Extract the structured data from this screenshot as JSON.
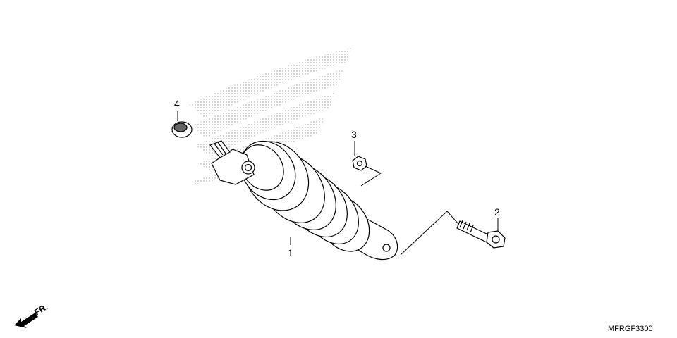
{
  "diagram": {
    "callouts": [
      {
        "id": "1",
        "label": "1"
      },
      {
        "id": "2",
        "label": "2"
      },
      {
        "id": "3",
        "label": "3"
      },
      {
        "id": "4",
        "label": "4"
      }
    ],
    "direction_label": "FR.",
    "diagram_code": "MFRGF3300",
    "colors": {
      "line": "#000000",
      "background": "#ffffff",
      "watermark": "#9a9a9a"
    }
  }
}
